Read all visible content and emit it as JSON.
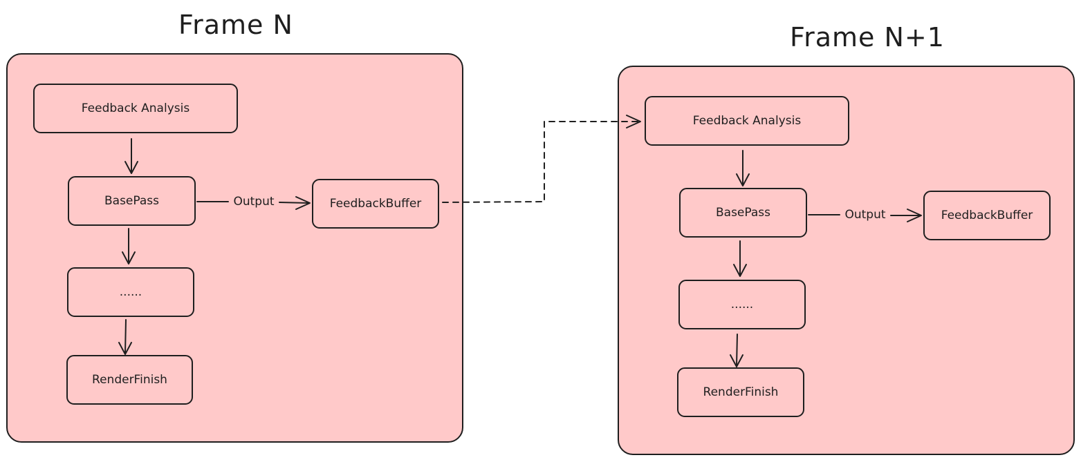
{
  "frame_n": {
    "title": "Frame N",
    "nodes": {
      "feedback_analysis": "Feedback Analysis",
      "base_pass": "BasePass",
      "ellipsis": "......",
      "render_finish": "RenderFinish",
      "feedback_buffer": "FeedbackBuffer"
    },
    "edge_label": "Output"
  },
  "frame_n1": {
    "title": "Frame N+1",
    "nodes": {
      "feedback_analysis": "Feedback Analysis",
      "base_pass": "BasePass",
      "ellipsis": "......",
      "render_finish": "RenderFinish",
      "feedback_buffer": "FeedbackBuffer"
    },
    "edge_label": "Output"
  },
  "colors": {
    "container_fill": "#ffc9c9",
    "stroke": "#1e1e1e"
  }
}
